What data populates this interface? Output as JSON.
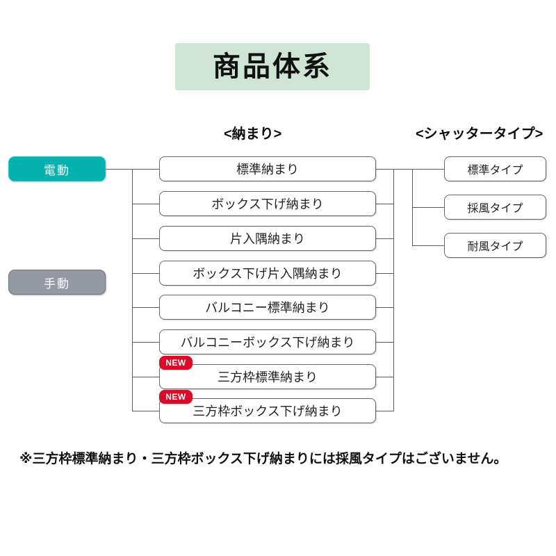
{
  "title": "商品体系",
  "columns": {
    "osamari_header": "<納まり>",
    "shutter_header": "<シャッタータイプ>"
  },
  "drive_types": [
    {
      "label": "電動",
      "color": "#03b1ae"
    },
    {
      "label": "手動",
      "color": "#949aa4"
    }
  ],
  "osamari": [
    {
      "label": "標準納まり",
      "badge": ""
    },
    {
      "label": "ボックス下げ納まり",
      "badge": ""
    },
    {
      "label": "片入隅納まり",
      "badge": ""
    },
    {
      "label": "ボックス下げ片入隅納まり",
      "badge": ""
    },
    {
      "label": "バルコニー標準納まり",
      "badge": ""
    },
    {
      "label": "バルコニーボックス下げ納まり",
      "badge": ""
    },
    {
      "label": "三方枠標準納まり",
      "badge": "NEW"
    },
    {
      "label": "三方枠ボックス下げ納まり",
      "badge": "NEW"
    }
  ],
  "shutter_types": [
    {
      "label": "標準タイプ"
    },
    {
      "label": "採風タイプ"
    },
    {
      "label": "耐風タイプ"
    }
  ],
  "footnote": "※三方枠標準納まり・三方枠ボックス下げ納まりには採風タイプはございません。",
  "colors": {
    "title_bg": "#cee4d5",
    "teal": "#03b1ae",
    "gray": "#949aa4",
    "badge_red": "#dc0a28",
    "line": "#5d5d5d",
    "box_border": "#6b6660"
  }
}
